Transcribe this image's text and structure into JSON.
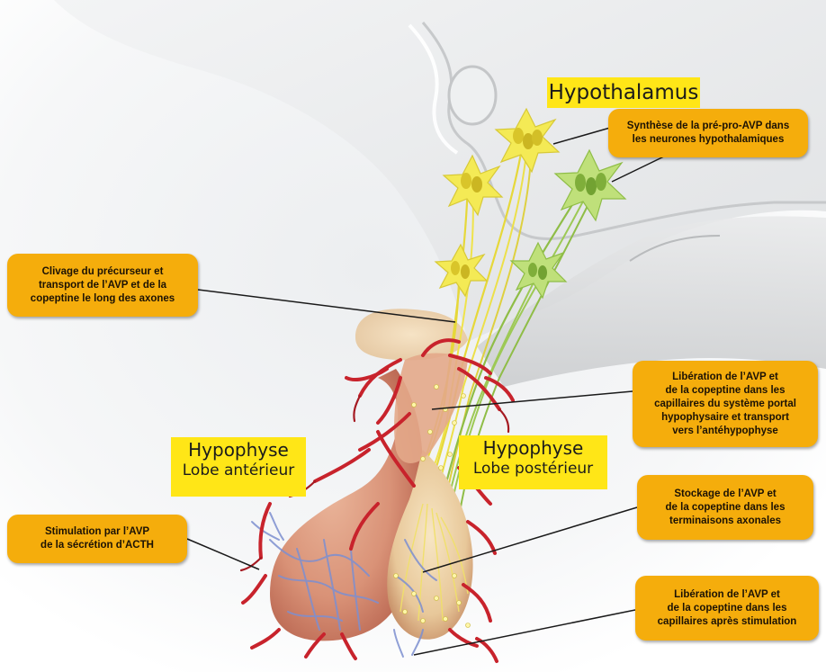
{
  "labels": {
    "hypothalamus": "Hypothalamus",
    "anterior": {
      "line1": "Hypophyse",
      "line2": "Lobe antérieur"
    },
    "posterior": {
      "line1": "Hypophyse",
      "line2": "Lobe postérieur"
    }
  },
  "callouts": {
    "synthesis": [
      "Synthèse de la pré-pro-AVP dans",
      "les neurones hypothalamiques"
    ],
    "cleavage": [
      "Clivage du précurseur et",
      "transport de l’AVP et de la",
      "copeptine le long des axones"
    ],
    "portal_release": [
      "Libération de l’AVP et",
      "de la copeptine dans les",
      "capillaires du système portal",
      "hypophysaire et transport",
      "vers l’antéhypophyse"
    ],
    "acth": [
      "Stimulation par l’AVP",
      "de la sécrétion d’ACTH"
    ],
    "storage": [
      "Stockage de l’AVP et",
      "de la copeptine dans les",
      "terminaisons axonales"
    ],
    "release_after_stim": [
      "Libération de l’AVP et",
      "de la copeptine dans les",
      "capillaires après stimulation"
    ]
  },
  "colors": {
    "callout_bg": "#f5ad0c",
    "label_bg": "#ffe617",
    "yellow_neuron": "#f2e53a",
    "green_neuron": "#9ccc4f",
    "blood_vessel": "#c8232c",
    "gland_tissue": "#d8957a"
  }
}
